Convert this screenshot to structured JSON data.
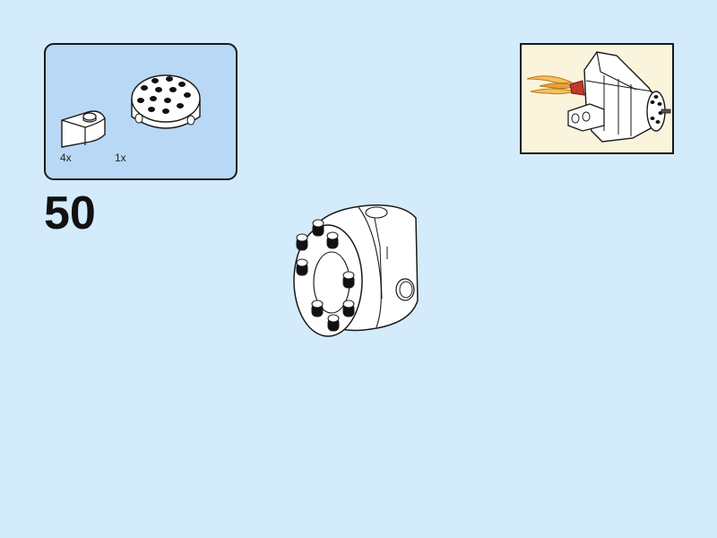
{
  "step": {
    "number": "50"
  },
  "parts": [
    {
      "name": "curved-slope-brick",
      "quantity": "4x"
    },
    {
      "name": "round-plate-4x4-with-holes",
      "quantity": "1x"
    }
  ],
  "colors": {
    "page_background": "#d4ebfb",
    "parts_panel_background": "#b9d8f5",
    "preview_background": "#fbf4dc",
    "outline": "#1a1a1a",
    "flame_orange": "#e8a33a",
    "flame_red": "#c0392b"
  }
}
